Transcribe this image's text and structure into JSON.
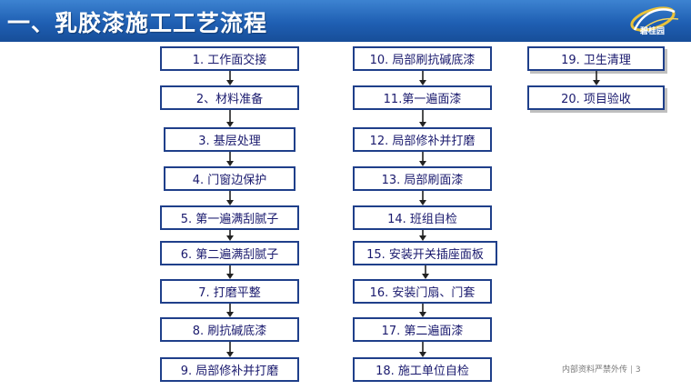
{
  "header": {
    "title": "一、乳胶漆施工工艺流程",
    "logo_text": "碧桂园",
    "background_color": "#1f5fb3"
  },
  "columns": [
    {
      "steps": [
        "1. 工作面交接",
        "2、材料准备",
        "3. 基层处理",
        "4. 门窗边保护",
        "5. 第一遍满刮腻子",
        "6. 第二遍满刮腻子",
        "7. 打磨平整",
        "8. 刷抗碱底漆",
        "9. 局部修补并打磨"
      ]
    },
    {
      "steps": [
        "10. 局部刷抗碱底漆",
        "11.第一遍面漆",
        "12. 局部修补并打磨",
        "13. 局部刷面漆",
        "14. 班组自检",
        "15. 安装开关插座面板",
        "16. 安装门扇、门套",
        "17. 第二遍面漆",
        "18. 施工单位自检"
      ]
    },
    {
      "steps": [
        "19. 卫生清理",
        "20. 项目验收"
      ]
    }
  ],
  "footer": {
    "note": "内部资料严禁外传",
    "separator": "|",
    "page_number": "3"
  },
  "colors": {
    "box_border": "#1f3f8a",
    "box_text": "#1a1a6e",
    "arrow": "#222222"
  }
}
